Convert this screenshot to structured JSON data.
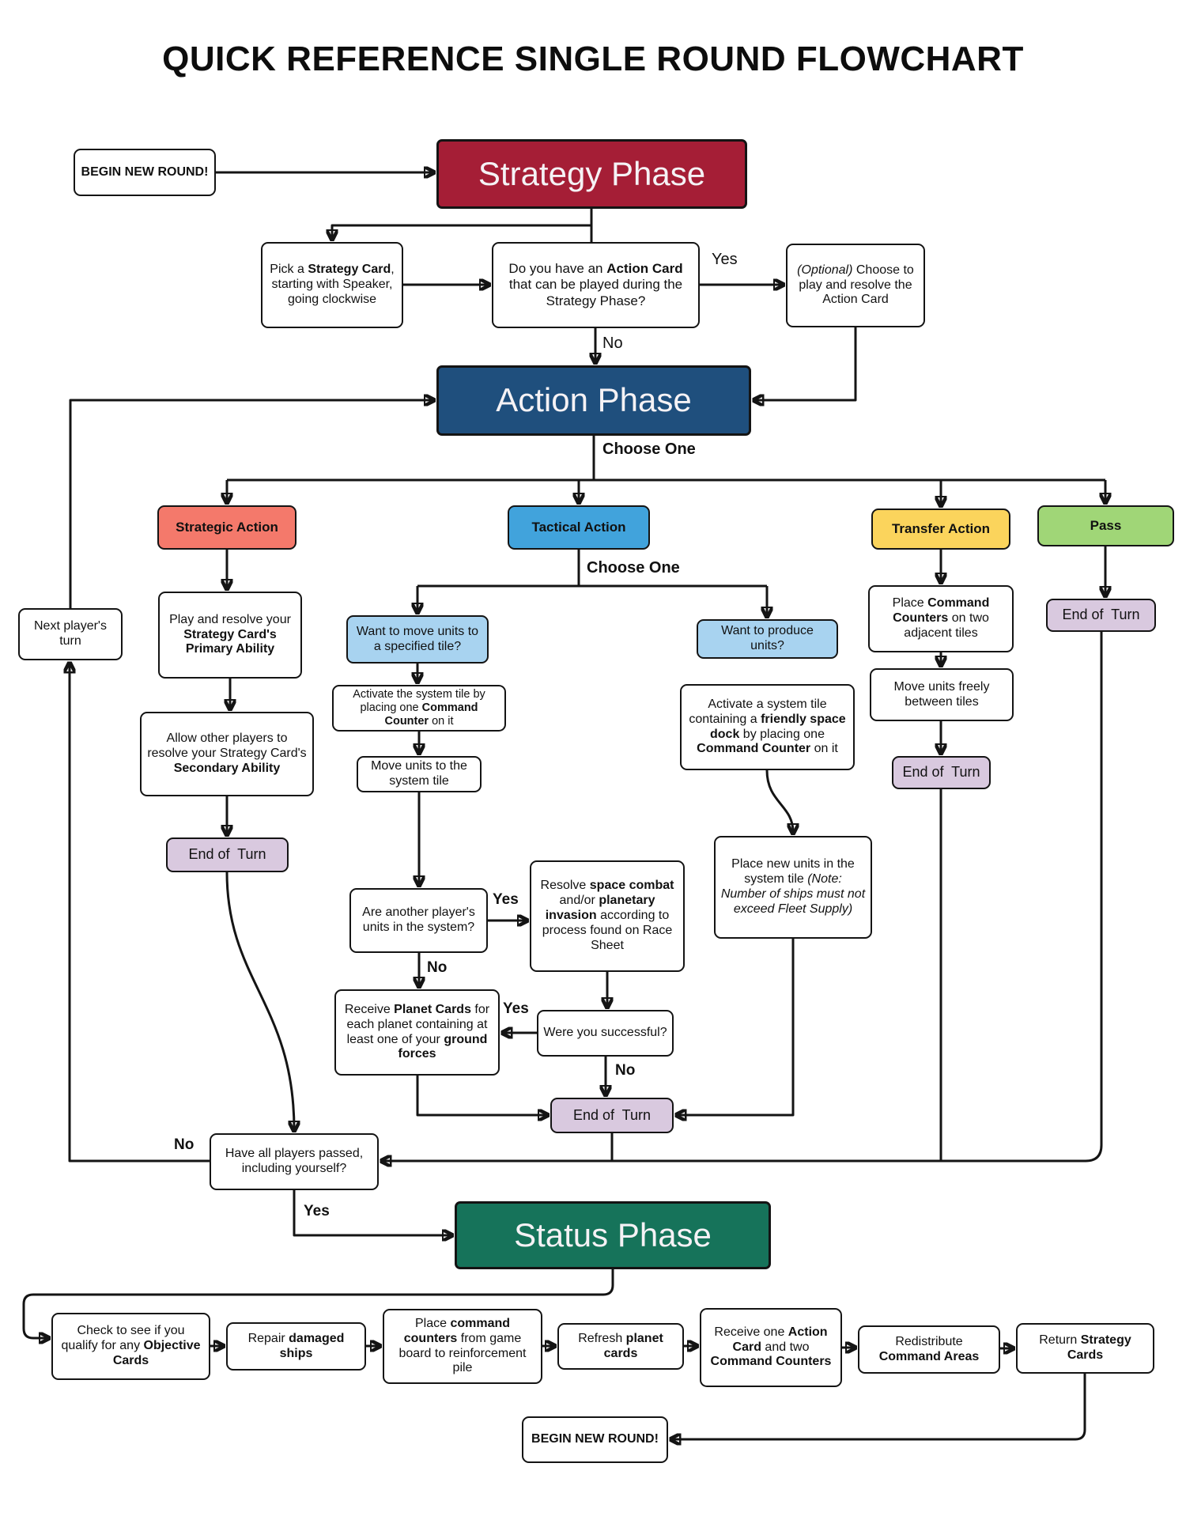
{
  "title": "QUICK REFERENCE SINGLE ROUND FLOWCHART",
  "colors": {
    "phase_red": "#A51E36",
    "phase_blue": "#1F4F7D",
    "phase_green": "#16735A",
    "strategic_salmon": "#F4796B",
    "tactical_blue": "#41A3DC",
    "transfer_yellow": "#FBD45C",
    "pass_green": "#A0D677",
    "question_lightblue": "#A8D3F0",
    "end_turn_lavender": "#D9C9DF",
    "line_black": "#141414"
  },
  "nodes": {
    "begin_new_round_top": {
      "segments": [
        {
          "t": "BEGIN NEW ROUND!",
          "b": true
        }
      ]
    },
    "strategy_phase": {
      "segments": [
        {
          "t": "Strategy Phase"
        }
      ]
    },
    "pick_strategy": {
      "segments": [
        {
          "t": "Pick a "
        },
        {
          "t": "Strategy Card",
          "b": true
        },
        {
          "t": ", starting with Speaker, going clockwise"
        }
      ]
    },
    "action_card_question": {
      "segments": [
        {
          "t": "Do you have an "
        },
        {
          "t": "Action Card",
          "b": true
        },
        {
          "t": " that can be played during the Strategy Phase?"
        }
      ]
    },
    "optional_action_card": {
      "segments": [
        {
          "t": "(Optional)",
          "i": true
        },
        {
          "t": " Choose to play and resolve the Action Card"
        }
      ]
    },
    "action_phase": {
      "segments": [
        {
          "t": "Action Phase"
        }
      ]
    },
    "strategic_action": {
      "segments": [
        {
          "t": "Strategic Action",
          "b": true
        }
      ]
    },
    "tactical_action": {
      "segments": [
        {
          "t": "Tactical Action",
          "b": true
        }
      ]
    },
    "transfer_action": {
      "segments": [
        {
          "t": "Transfer Action",
          "b": true
        }
      ]
    },
    "pass_action": {
      "segments": [
        {
          "t": "Pass",
          "b": true
        }
      ]
    },
    "next_player_turn": {
      "segments": [
        {
          "t": "Next player's turn"
        }
      ]
    },
    "play_primary": {
      "segments": [
        {
          "t": "Play and resolve your "
        },
        {
          "t": "Strategy Card's Primary Ability",
          "b": true
        }
      ]
    },
    "allow_secondary": {
      "segments": [
        {
          "t": "Allow other players to resolve your Strategy Card's "
        },
        {
          "t": "Secondary Ability",
          "b": true
        }
      ]
    },
    "end_of_turn_strategic": {
      "segments": [
        {
          "t": "End of  Turn"
        }
      ]
    },
    "end_of_turn_transfer": {
      "segments": [
        {
          "t": "End of  Turn"
        }
      ]
    },
    "end_of_turn_pass": {
      "segments": [
        {
          "t": "End of  Turn"
        }
      ]
    },
    "end_of_turn_central": {
      "segments": [
        {
          "t": "End of  Turn"
        }
      ]
    },
    "want_move": {
      "segments": [
        {
          "t": "Want to move units to a specified tile?"
        }
      ]
    },
    "want_produce": {
      "segments": [
        {
          "t": "Want to produce units?"
        }
      ]
    },
    "activate_system_tile": {
      "segments": [
        {
          "t": "Activate the system tile by placing one "
        },
        {
          "t": "Command Counter",
          "b": true
        },
        {
          "t": " on it"
        }
      ]
    },
    "move_units_to_tile": {
      "segments": [
        {
          "t": "Move units to the system tile"
        }
      ]
    },
    "are_another_player": {
      "segments": [
        {
          "t": "Are another player's units in the system?"
        }
      ]
    },
    "resolve_combat": {
      "segments": [
        {
          "t": "Resolve "
        },
        {
          "t": "space combat",
          "b": true
        },
        {
          "t": " and/or "
        },
        {
          "t": "planetary invasion",
          "b": true
        },
        {
          "t": " according to process found on Race Sheet"
        }
      ]
    },
    "were_successful": {
      "segments": [
        {
          "t": "Were you successful?"
        }
      ]
    },
    "receive_planet_cards": {
      "segments": [
        {
          "t": "Receive "
        },
        {
          "t": "Planet Cards",
          "b": true
        },
        {
          "t": " for each planet containing at least one of your "
        },
        {
          "t": "ground forces",
          "b": true
        }
      ]
    },
    "activate_space_dock": {
      "segments": [
        {
          "t": "Activate a system tile containing a "
        },
        {
          "t": "friendly space dock",
          "b": true
        },
        {
          "t": " by placing one "
        },
        {
          "t": "Command Counter",
          "b": true
        },
        {
          "t": " on it"
        }
      ]
    },
    "place_new_units": {
      "segments": [
        {
          "t": "Place new units in the system tile "
        },
        {
          "t": "(Note: Number of ships must not exceed Fleet Supply)",
          "i": true
        }
      ]
    },
    "place_command_counters": {
      "segments": [
        {
          "t": "Place "
        },
        {
          "t": "Command Counters",
          "b": true
        },
        {
          "t": " on two adjacent tiles"
        }
      ]
    },
    "move_units_freely": {
      "segments": [
        {
          "t": "Move units freely between tiles"
        }
      ]
    },
    "have_all_passed": {
      "segments": [
        {
          "t": "Have all players passed, including yourself?"
        }
      ]
    },
    "status_phase": {
      "segments": [
        {
          "t": "Status Phase"
        }
      ]
    },
    "check_objectives": {
      "segments": [
        {
          "t": "Check to see if you qualify for any "
        },
        {
          "t": "Objective Cards",
          "b": true
        }
      ]
    },
    "repair_ships": {
      "segments": [
        {
          "t": "Repair "
        },
        {
          "t": "damaged ships",
          "b": true
        }
      ]
    },
    "place_counters_board": {
      "segments": [
        {
          "t": "Place "
        },
        {
          "t": "command counters",
          "b": true
        },
        {
          "t": " from game board to reinforcement pile"
        }
      ]
    },
    "refresh_planet": {
      "segments": [
        {
          "t": "Refresh "
        },
        {
          "t": "planet cards",
          "b": true
        }
      ]
    },
    "receive_action_command": {
      "segments": [
        {
          "t": "Receive one "
        },
        {
          "t": "Action Card",
          "b": true
        },
        {
          "t": " and two "
        },
        {
          "t": "Command Counters",
          "b": true
        }
      ]
    },
    "redistribute_command": {
      "segments": [
        {
          "t": "Redistribute "
        },
        {
          "t": "Command Areas",
          "b": true
        }
      ]
    },
    "return_strategy": {
      "segments": [
        {
          "t": "Return "
        },
        {
          "t": "Strategy Cards",
          "b": true
        }
      ]
    },
    "begin_new_round_bottom": {
      "segments": [
        {
          "t": "BEGIN NEW ROUND!",
          "b": true
        }
      ]
    }
  },
  "edge_labels": {
    "yes_action_card": "Yes",
    "no_action_card": "No",
    "choose_one_action": "Choose One",
    "choose_one_tactical": "Choose One",
    "yes_units_in_system": "Yes",
    "no_units_in_system": "No",
    "yes_successful": "Yes",
    "no_successful": "No",
    "no_all_passed": "No",
    "yes_all_passed": "Yes"
  }
}
